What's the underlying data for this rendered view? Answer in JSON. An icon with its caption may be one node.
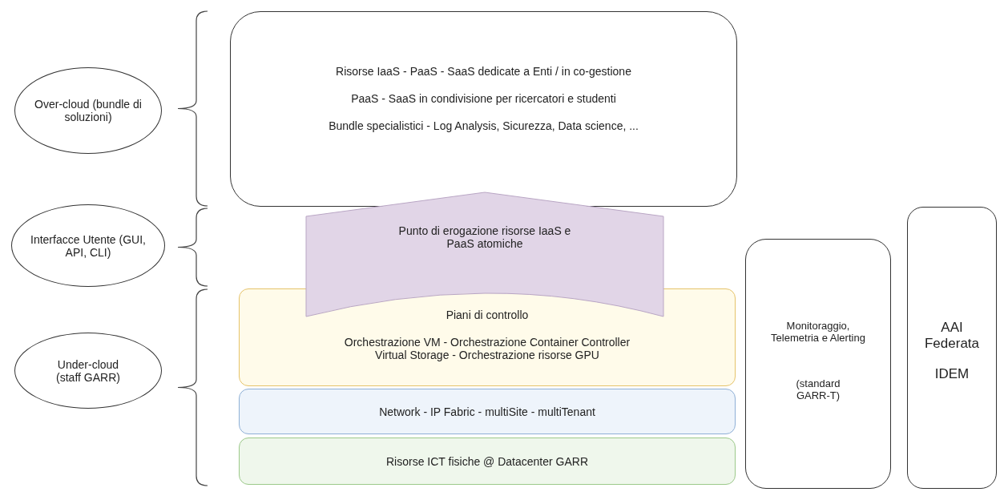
{
  "diagram": {
    "nodes": [
      {
        "text": [
          "Over-cloud (bundle di soluzioni)"
        ]
      },
      {
        "text": [
          "Interfacce Utente (GUI, API, CLI)"
        ]
      },
      {
        "text": [
          "Under-cloud (staff GARR)"
        ]
      },
      {
        "text": [
          "Risorse IaaS - PaaS - SaaS dedicate a Enti / in co-gestione",
          "PaaS - SaaS in condivisione per ricercatori e studenti",
          "Bundle specialistici - Log Analysis, Sicurezza, Data science, ..."
        ]
      },
      {
        "text": [
          "Punto di erogazione risorse IaaS e PaaS atomiche"
        ]
      },
      {
        "text": [
          "Piani di controllo",
          "Orchestrazione VM - Orchestrazione Container Controller Virtual Storage - Orchestrazione risorse GPU"
        ]
      },
      {
        "text": [
          "Network - IP Fabric - multiSite - multiTenant"
        ]
      },
      {
        "text": [
          "Risorse ICT fisiche @ Datacenter GARR"
        ]
      },
      {
        "text": [
          "Monitoraggio, Telemetria e Alerting",
          "(standard GARR-T)"
        ]
      },
      {
        "text": [
          "AAI Federata",
          "IDEM"
        ]
      }
    ],
    "edges": [
      {
        "from": 5,
        "to": 3,
        "arrow": "to"
      }
    ]
  }
}
